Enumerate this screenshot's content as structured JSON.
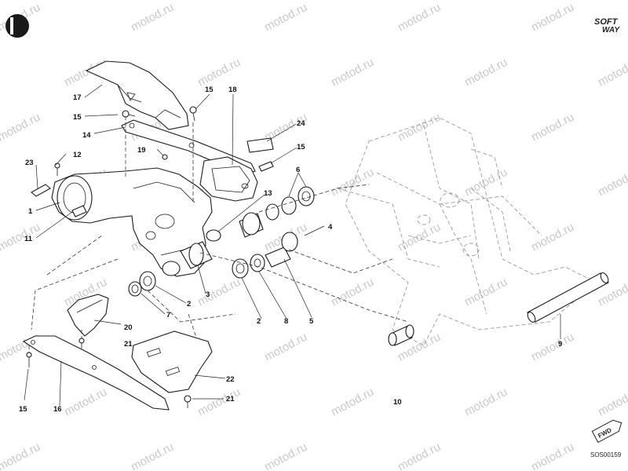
{
  "watermark": "motod.ru",
  "brand": {
    "top": "SOFT",
    "bottom": "WAY"
  },
  "fwd_badge": "FWD",
  "diagram_code": "SOS00159",
  "callouts": {
    "c1": "1",
    "c2a": "2",
    "c2b": "2",
    "c3": "3",
    "c4": "4",
    "c5": "5",
    "c6": "6",
    "c7": "7",
    "c8": "8",
    "c9": "9",
    "c10": "10",
    "c11": "11",
    "c12": "12",
    "c13": "13",
    "c14": "14",
    "c15a": "15",
    "c15b": "15",
    "c15c": "15",
    "c15d": "15",
    "c16": "16",
    "c17": "17",
    "c18": "18",
    "c19": "19",
    "c20": "20",
    "c21a": "21",
    "c21b": "21",
    "c22": "22",
    "c23": "23",
    "c24": "24"
  }
}
